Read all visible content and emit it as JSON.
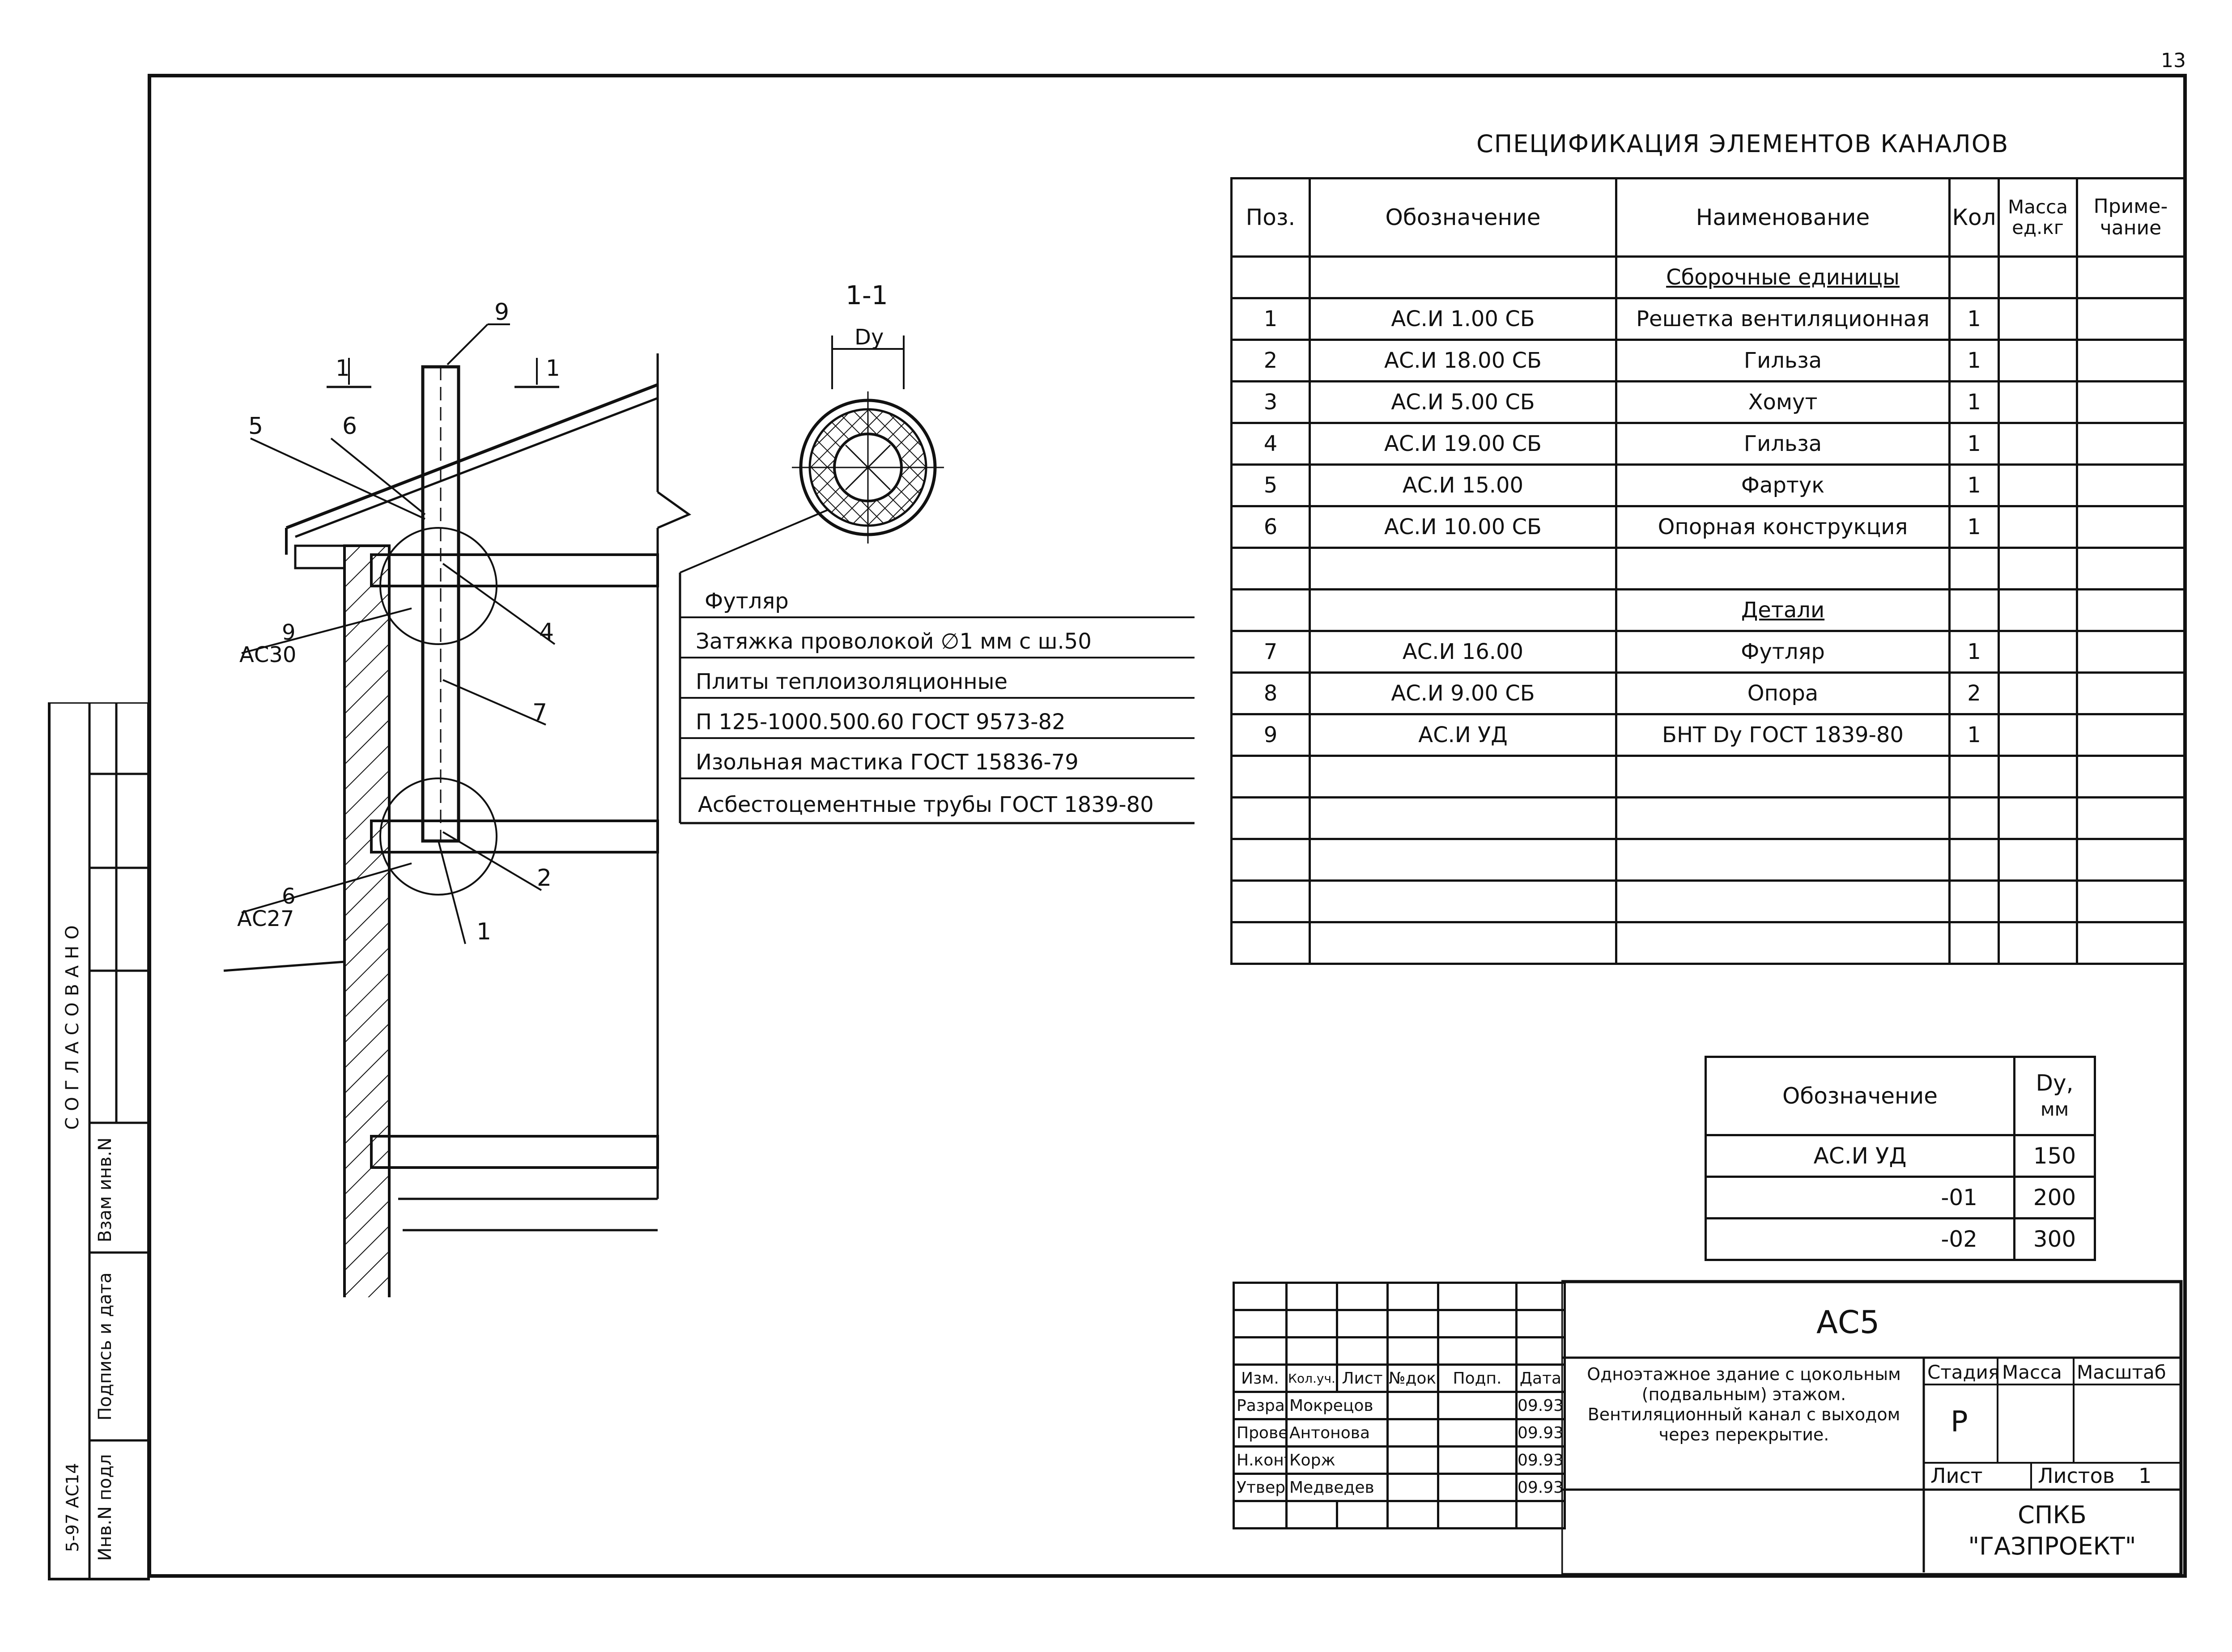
{
  "sheet_number": "13",
  "spec": {
    "title": "СПЕЦИФИКАЦИЯ ЭЛЕМЕНТОВ КАНАЛОВ",
    "headers": {
      "pos": "Поз.",
      "designation": "Обозначение",
      "name": "Наименование",
      "qty": "Кол",
      "mass": "Масса ед.кг",
      "note": "Приме-чание"
    },
    "section_assembly": "Сборочные единицы",
    "section_details": "Детали",
    "rows_assembly": [
      {
        "pos": "1",
        "designation": "АС.И 1.00 СБ",
        "name": "Решетка вентиляционная",
        "qty": "1"
      },
      {
        "pos": "2",
        "designation": "АС.И 18.00 СБ",
        "name": "Гильза",
        "qty": "1"
      },
      {
        "pos": "3",
        "designation": "АС.И 5.00 СБ",
        "name": "Хомут",
        "qty": "1"
      },
      {
        "pos": "4",
        "designation": "АС.И 19.00 СБ",
        "name": "Гильза",
        "qty": "1"
      },
      {
        "pos": "5",
        "designation": "АС.И 15.00",
        "name": "Фартук",
        "qty": "1"
      },
      {
        "pos": "6",
        "designation": "АС.И 10.00 СБ",
        "name": "Опорная конструкция",
        "qty": "1"
      }
    ],
    "rows_details": [
      {
        "pos": "7",
        "designation": "АС.И 16.00",
        "name": "Футляр",
        "qty": "1"
      },
      {
        "pos": "8",
        "designation": "АС.И 9.00 СБ",
        "name": "Опора",
        "qty": "2"
      },
      {
        "pos": "9",
        "designation": "АС.И УД",
        "name": "БНТ Dy ГОСТ 1839-80",
        "qty": "1"
      }
    ]
  },
  "section": {
    "label": "1-1",
    "dim": "Dy",
    "layers": [
      "Футляр",
      "Затяжка проволокой ∅1 мм с ш.50",
      "Плиты теплоизоляционные",
      "П 125-1000.500.60 ГОСТ 9573-82",
      "Изольная мастика ГОСТ 15836-79",
      "Асбестоцементные трубы ГОСТ 1839-80"
    ]
  },
  "drawing": {
    "callouts": [
      "9",
      "1",
      "1",
      "5",
      "6",
      "4",
      "7",
      "2",
      "1"
    ],
    "refs": [
      {
        "num": "9",
        "sheet": "АС30"
      },
      {
        "num": "6",
        "sheet": "АС27"
      }
    ]
  },
  "dv_table": {
    "header_designation": "Обозначение",
    "header_dy": "Dy,",
    "header_unit": "мм",
    "rows": [
      {
        "designation": "АС.И УД",
        "dy": "150"
      },
      {
        "designation": "-01",
        "dy": "200"
      },
      {
        "designation": "-02",
        "dy": "300"
      }
    ]
  },
  "title_block": {
    "code": "АС5",
    "title_lines": [
      "Одноэтажное здание с цокольным",
      "(подвальным) этажом.",
      "Вентиляционный канал с выходом",
      "через перекрытие."
    ],
    "header_cols": [
      "Изм.",
      "Кол.уч.",
      "Лист",
      "№док.",
      "Подп.",
      "Дата"
    ],
    "people": [
      {
        "role": "Разраб.",
        "name": "Мокрецов",
        "date": "09.93"
      },
      {
        "role": "Проверил",
        "name": "Антонова",
        "date": "09.93"
      },
      {
        "role": "Н.контр.",
        "name": "Корж",
        "date": "09.93"
      },
      {
        "role": "Утвердил",
        "name": "Медведев",
        "date": "09.93"
      }
    ],
    "stage_label": "Стадия",
    "mass_label": "Масса",
    "scale_label": "Масштаб",
    "stage": "Р",
    "sheet_label": "Лист",
    "sheets_label": "Листов",
    "sheets": "1",
    "org_line1": "СПКБ",
    "org_line2": "\"ГАЗПРОЕКТ\""
  },
  "sidebar": {
    "approved": "СОГЛАСОВАНО",
    "inv_replace": "Взам инв.N",
    "sign_date": "Подпись и дата",
    "inv_original": "Инв.N подл",
    "album": "5-97 АС14"
  }
}
